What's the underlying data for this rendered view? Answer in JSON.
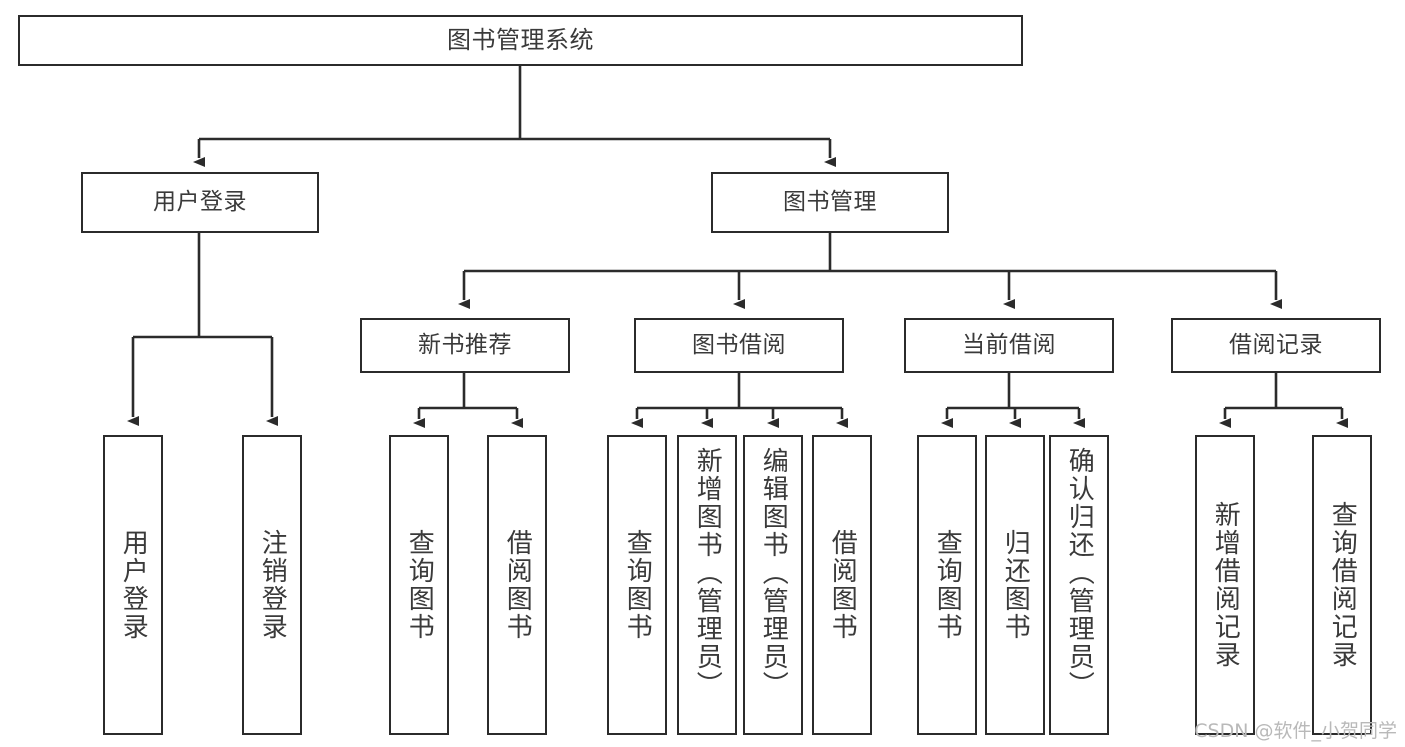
{
  "diagram": {
    "type": "tree-hierarchy-chart",
    "title": "图书管理系统",
    "background_color": "#ffffff",
    "line_color": "#2b2b2b",
    "text_color": "#3a3a3a",
    "watermark": "CSDN @软件_小贺同学"
  },
  "nodes": {
    "root": {
      "label": "图书管理系统"
    },
    "tier2": [
      {
        "id": "user-login",
        "label": "用户登录"
      },
      {
        "id": "book-manage",
        "label": "图书管理"
      }
    ],
    "tier3": [
      {
        "id": "new-book-recommend",
        "label": "新书推荐"
      },
      {
        "id": "book-borrow",
        "label": "图书借阅"
      },
      {
        "id": "current-borrow",
        "label": "当前借阅"
      },
      {
        "id": "borrow-record",
        "label": "借阅记录"
      }
    ],
    "leaves": {
      "user_login": [
        {
          "id": "leaf-user-login",
          "label": "用户登录"
        },
        {
          "id": "leaf-logout",
          "label": "注销登录"
        }
      ],
      "new_book_recommend": [
        {
          "id": "leaf-query-book-1",
          "label": "查询图书"
        },
        {
          "id": "leaf-borrow-book-1",
          "label": "借阅图书"
        }
      ],
      "book_borrow": [
        {
          "id": "leaf-query-book-2",
          "label": "查询图书"
        },
        {
          "id": "leaf-add-book",
          "label": "新增图书（管理员）"
        },
        {
          "id": "leaf-edit-book",
          "label": "编辑图书（管理员）"
        },
        {
          "id": "leaf-borrow-book-2",
          "label": "借阅图书"
        }
      ],
      "current_borrow": [
        {
          "id": "leaf-query-book-3",
          "label": "查询图书"
        },
        {
          "id": "leaf-return-book",
          "label": "归还图书"
        },
        {
          "id": "leaf-confirm-return",
          "label": "确认归还（管理员）"
        }
      ],
      "borrow_record": [
        {
          "id": "leaf-add-record",
          "label": "新增借阅记录"
        },
        {
          "id": "leaf-query-record",
          "label": "查询借阅记录"
        }
      ]
    }
  }
}
